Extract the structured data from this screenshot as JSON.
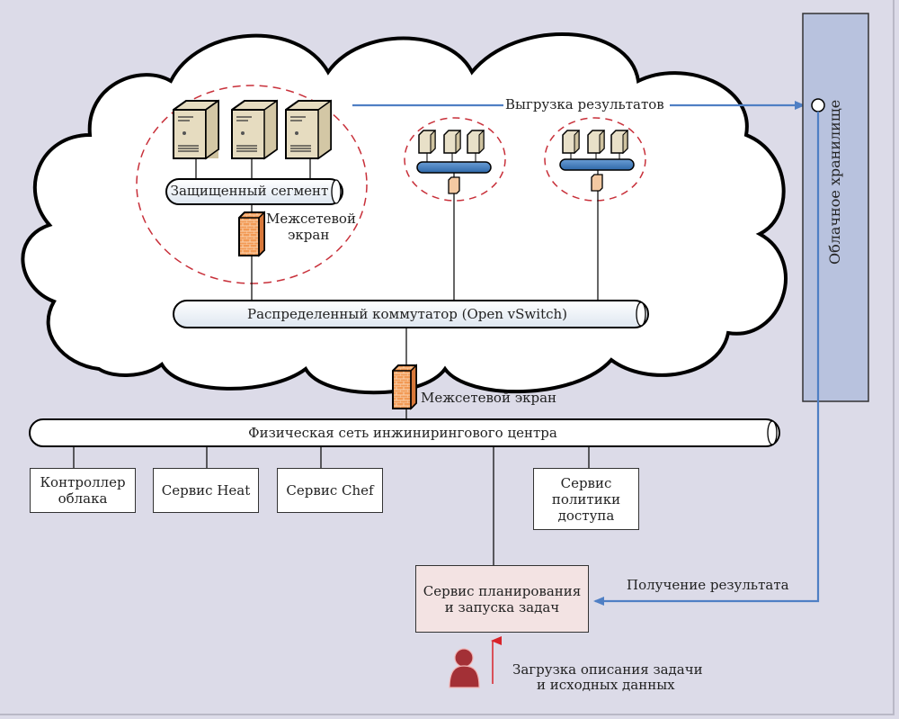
{
  "diagram": {
    "cloud_storage": {
      "label": "Облачное хранилище"
    },
    "secure_segment": {
      "pipe_label": "Защищенный сегмент",
      "firewall_label_line1": "Межсетевой",
      "firewall_label_line2": "экран"
    },
    "upload_results_label": "Выгрузка результатов",
    "distributed_switch_label": "Распределенный коммутатор (Open vSwitch)",
    "main_firewall_label": "Межсетевой экран",
    "physical_network_label": "Физическая сеть инжинирингового центра",
    "services": [
      {
        "line1": "Контроллер",
        "line2": "облака"
      },
      {
        "line1": "Сервис Heat"
      },
      {
        "line1": "Сервис Chef"
      },
      {
        "line1": "Сервис",
        "line2": "политики",
        "line3": "доступа"
      }
    ],
    "scheduler": {
      "line1": "Сервис планирования",
      "line2": "и запуска задач"
    },
    "get_result_label": "Получение результата",
    "upload_task_label_line1": "Загрузка описания задачи",
    "upload_task_label_line2": "и исходных данных",
    "colors": {
      "background": "#dcdbe8",
      "storage_fill": "#b8c2de",
      "arrow_blue": "#4f7fc4",
      "dashed_red": "#c8303a",
      "firewall_orange": "#f0904a",
      "server_beige": "#e6dcc0",
      "scheduler_fill": "#f3e3e3",
      "user_red": "#a33036"
    }
  }
}
